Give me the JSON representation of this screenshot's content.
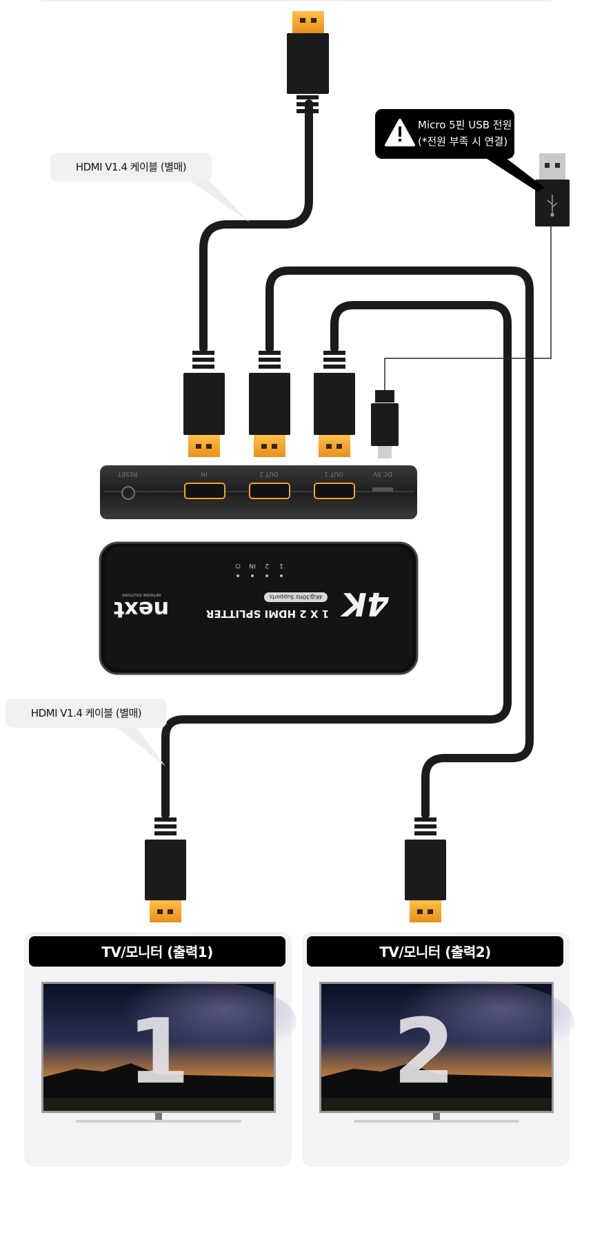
{
  "callouts": {
    "hdmi_cable_top": "HDMI V1.4 케이블 (별매)",
    "hdmi_cable_bottom": "HDMI V1.4 케이블 (별매)",
    "usb_power_line1": "Micro 5핀 USB 전원",
    "usb_power_line2": "(*전원 부족 시 연결)"
  },
  "device": {
    "ports": [
      "RESET",
      "IN",
      "OUT 2",
      "OUT 1",
      "DC 5V"
    ],
    "led_labels": [
      "1",
      "2",
      "IN",
      "⏻"
    ],
    "big_mark": "4K",
    "product_name": "1 X 2 HDMI SPLITTER",
    "supports_badge": "4K@30Hz Supports",
    "brand": "next",
    "brand_sub": "NETWORK SOLUTIONS"
  },
  "outputs": [
    {
      "title": "TV/모니터 (출력1)",
      "number": "1"
    },
    {
      "title": "TV/모니터 (출력2)",
      "number": "2"
    }
  ],
  "colors": {
    "cable": "#1b1b1b",
    "connector_gold": "#f5a623",
    "device_body": "#141414",
    "panel_bg": "#f3f3f5",
    "title_bar": "#000000"
  }
}
